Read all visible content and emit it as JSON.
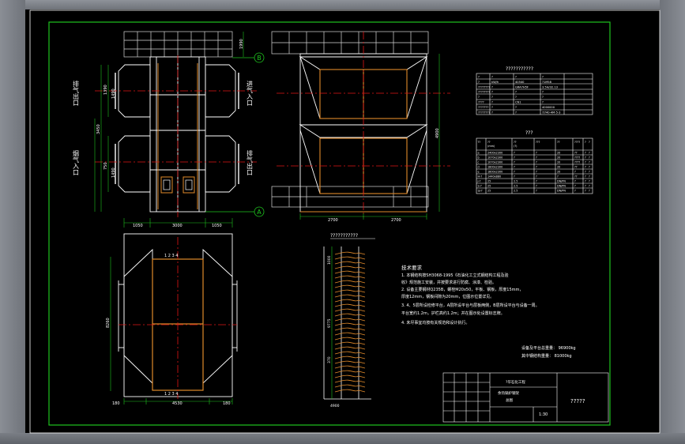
{
  "markers": {
    "axis_b": "B",
    "axis_a": "A"
  },
  "left_view": {
    "label_outlet_top": "排气出口",
    "label_inlet_top": "进气入口",
    "label_inlet_bottom": "烟气入口",
    "label_outlet_bottom": "排气出口",
    "dims": {
      "top_right": "1990",
      "mid_left": "1390",
      "mid_left2": "1490",
      "lower_left": "750",
      "lower_left2": "1490",
      "left_span": "3450",
      "bottom_left": "1050",
      "bottom_mid": "3000",
      "bottom_right": "1050"
    }
  },
  "right_view": {
    "dims": {
      "right_side": "4900",
      "bottom_left": "2700",
      "bottom_right": "2700"
    }
  },
  "spec_table": {
    "title": "???????????",
    "rows": [
      [
        "?",
        "?",
        "?",
        "?"
      ],
      [
        "?",
        "kW/h",
        "40540",
        "?1M58"
      ],
      [
        "????????",
        "?",
        "GRA7H5F",
        "3.5H/32.13"
      ],
      [
        "????????",
        "?",
        "?",
        "?"
      ],
      [
        "?",
        "?",
        "?",
        "?"
      ],
      [
        "????",
        "?",
        "CN1",
        "?"
      ],
      [
        "???????",
        "?",
        "?",
        "4000000"
      ],
      [
        "????????",
        "?",
        "?",
        "?/?40-4M-5-3"
      ]
    ]
  },
  "pipe_table": {
    "title": "???",
    "header": [
      "??",
      "??\n(mm)",
      "??\n(?)",
      "???",
      "??",
      "????",
      "?",
      "?"
    ],
    "rows": [
      [
        "a",
        "2400x2300",
        "?",
        "?",
        "20",
        "??",
        "?",
        "?"
      ],
      [
        "b",
        "1070x2300",
        "?",
        "?",
        "20",
        "????",
        "?",
        "?"
      ],
      [
        "c",
        "1070x2300",
        "?",
        "?",
        "20",
        "????",
        "?",
        "?"
      ],
      [
        "d",
        "1800x2300",
        "?",
        "?",
        "20",
        "??",
        "?",
        "?"
      ],
      [
        "e",
        "1800x2300",
        "?",
        "?",
        "20",
        "?",
        "?",
        "?"
      ],
      [
        "H-?",
        "1440x880",
        "?",
        "?",
        "?",
        "??",
        "?",
        "?"
      ],
      [
        "J-?",
        "25",
        "2.5",
        "?",
        "DN/PN",
        "?",
        "?",
        "?"
      ],
      [
        "S-?",
        "25",
        "2.5",
        "?",
        "DN/PN",
        "?",
        "?",
        "?"
      ],
      [
        "SJ-?",
        "25",
        "2.5",
        "?",
        "DN/PN",
        "?",
        "?",
        "?"
      ]
    ]
  },
  "section_title": "???????????",
  "section_dims": {
    "top": "1000",
    "mid1": "9775",
    "mid2": "370",
    "bot": "4900"
  },
  "plan_view": {
    "dims": {
      "left_height": "8260",
      "bottom_total": "4530",
      "bottom_left": "180",
      "bottom_right": "180",
      "top_label": "1 2 3 4",
      "bottom_label": "1 2 3 4"
    }
  },
  "tech_notes": {
    "title": "技术要求",
    "lines": [
      "1. 本钢结构按SH3068-1995《石油化工立式钢结构工程及验",
      "   收》规范施工安装，并按要求进行防腐、涂漆、检验。",
      "2. 设备主要钢材Q235B，螺栓M20x50，平板、钢板，厚度15mm，",
      "   厚度12mm，钢板间隙为20mm，位图示位置详见。",
      "3. 4、5层所设检修平台，A层所设平台与层板两侧，B层所设平台与设备一周。",
      "   平台宽约1.2m，护栏高约1.2m；并在图示处设置标志牌。",
      "4. 未尽事宜均按有关规范和设计执行。"
    ],
    "weight_total": "设备及平台总重量：  96900kg",
    "weight_sub": "其中钢结构重量：   81000kg"
  },
  "title_block": {
    "company": "?华石化工程",
    "drawing_name_1": "余热锅炉钢架",
    "drawing_name_2": "总图",
    "scale": "1:30",
    "project": "?????"
  }
}
